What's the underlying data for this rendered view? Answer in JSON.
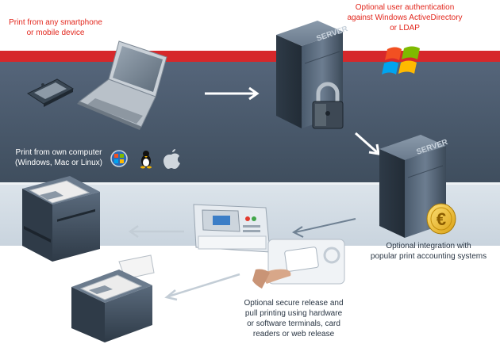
{
  "labels": {
    "smartphone": [
      "Print from any smartphone",
      "or mobile device"
    ],
    "auth": [
      "Optional user authentication",
      "against Windows ActiveDirectory",
      "or LDAP"
    ],
    "computer": [
      "Print from own computer",
      "(Windows, Mac or Linux)"
    ],
    "accounting": [
      "Optional integration with",
      "popular print accounting systems"
    ],
    "release": [
      "Optional secure release and",
      "pull printing using hardware",
      "or software terminals, card",
      "readers or web release"
    ]
  },
  "server_text": "SERVER",
  "euro_symbol": "€",
  "colors": {
    "red_stripe": "#d6282b",
    "dark_band": "#4a5968",
    "light_band": "#d5dee6",
    "label_red": "#e2261c",
    "label_dark": "#2a3644",
    "arrow": "#ffffff",
    "arrow_light": "#c3cdd6"
  },
  "icons": [
    "smartphone-icon",
    "laptop-icon",
    "server-icon",
    "padlock-icon",
    "windows-logo-icon",
    "linux-tux-icon",
    "apple-logo-icon",
    "euro-coin-icon",
    "printer-icon",
    "multifunction-printer-icon",
    "card-reader-icon"
  ]
}
